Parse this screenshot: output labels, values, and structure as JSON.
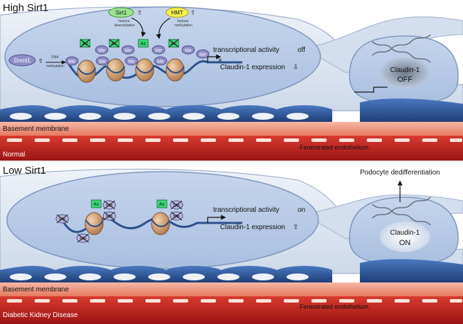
{
  "panels": [
    {
      "title": "High Sirt1",
      "dnmt_label": "Dnmt1",
      "dna_methylation": "DNA\nmethylation",
      "sirt_label": "Sirt1",
      "sirt_note": "histone\ndeacetylation",
      "hmt_label": "HMT",
      "hmt_note": "histone\nmethylation",
      "marks": {
        "me": "Me",
        "ac": "Ac"
      },
      "transcriptional_activity": "transcriptional activity",
      "activity_state": "off",
      "claudin_expression": "Claudin-1 expression",
      "expression_direction": "down",
      "nucleus_gene": "Claudin-1",
      "nucleus_state": "OFF",
      "basement_membrane": "Basement membrane",
      "condition": "Normal",
      "endothelium": "Fenestrated endothelium"
    },
    {
      "title": "Low Sirt1",
      "marks": {
        "me": "Me",
        "ac": "Ac"
      },
      "transcriptional_activity": "transcriptional activity",
      "activity_state": "on",
      "claudin_expression": "Claudin-1 expression",
      "expression_direction": "up",
      "nucleus_gene": "Claudin-1",
      "nucleus_state": "ON",
      "dedifferentiation": "Podocyte dedifferentiation",
      "basement_membrane": "Basement membrane",
      "condition": "Diabetic Kidney Disease",
      "endothelium": "Fenestrated endothelium"
    }
  ],
  "colors": {
    "cell": "#dde6f2",
    "cell_edge": "#9fb1cc",
    "nucleus": "#b9cbe6",
    "me_mark": "#8f8ec8",
    "ac_mark": "#3dd87a",
    "sirt": "#9be38f",
    "hmt": "#f6ef4f",
    "foot": "#2f5b9e",
    "membrane": "#f0a08a",
    "blood": "#c21f1f",
    "nucleosome": "#d9a273"
  }
}
